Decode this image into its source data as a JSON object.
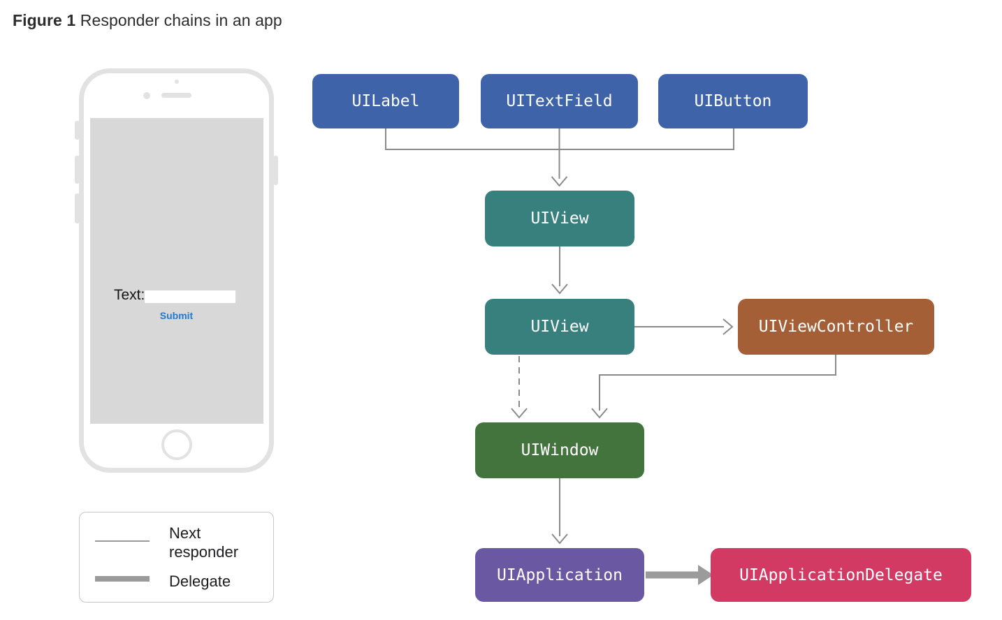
{
  "figure": {
    "label": "Figure 1",
    "caption": "Responder chains in an app"
  },
  "phone_mockup": {
    "text_field_label": "Text:",
    "text_field_value": "",
    "submit_button_label": "Submit"
  },
  "diagram": {
    "nodes": [
      {
        "id": "uilabel",
        "label": "UILabel",
        "color": "#3e63a9"
      },
      {
        "id": "uitextfield",
        "label": "UITextField",
        "color": "#3e63a9"
      },
      {
        "id": "uibutton",
        "label": "UIButton",
        "color": "#3e63a9"
      },
      {
        "id": "uiview-top",
        "label": "UIView",
        "color": "#38807d"
      },
      {
        "id": "uiview-root",
        "label": "UIView",
        "color": "#38807d"
      },
      {
        "id": "uiviewcontroller",
        "label": "UIViewController",
        "color": "#a45f36"
      },
      {
        "id": "uiwindow",
        "label": "UIWindow",
        "color": "#44743e"
      },
      {
        "id": "uiapplication",
        "label": "UIApplication",
        "color": "#6b58a3"
      },
      {
        "id": "uiapplicationdelegate",
        "label": "UIApplicationDelegate",
        "color": "#d23a64"
      }
    ],
    "edges": [
      {
        "from": "uilabel",
        "to": "uiview-top",
        "type": "next_responder"
      },
      {
        "from": "uitextfield",
        "to": "uiview-top",
        "type": "next_responder"
      },
      {
        "from": "uibutton",
        "to": "uiview-top",
        "type": "next_responder"
      },
      {
        "from": "uiview-top",
        "to": "uiview-root",
        "type": "next_responder"
      },
      {
        "from": "uiview-root",
        "to": "uiviewcontroller",
        "type": "next_responder"
      },
      {
        "from": "uiview-root",
        "to": "uiwindow",
        "type": "next_responder_dashed"
      },
      {
        "from": "uiviewcontroller",
        "to": "uiwindow",
        "type": "next_responder"
      },
      {
        "from": "uiwindow",
        "to": "uiapplication",
        "type": "next_responder"
      },
      {
        "from": "uiapplication",
        "to": "uiapplicationdelegate",
        "type": "delegate"
      }
    ],
    "edge_colors": {
      "next_responder": "#8a8a8a",
      "delegate": "#9b9b9b"
    }
  },
  "legend": {
    "items": [
      {
        "label": "Next responder",
        "line": "thin"
      },
      {
        "label": "Delegate",
        "line": "thick"
      }
    ]
  }
}
